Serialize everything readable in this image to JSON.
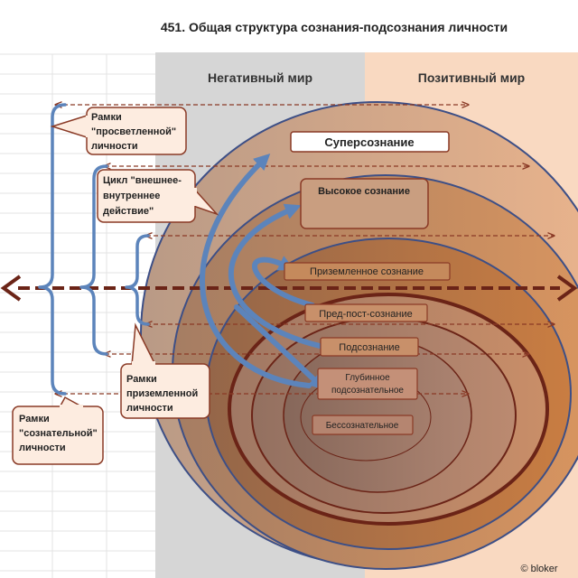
{
  "title": "451. Общая структура  сознания-подсознания личности",
  "header": {
    "negative": "Негативный мир",
    "positive": "Позитивный мир"
  },
  "levels": [
    {
      "id": "superconsciousness",
      "label": "Суперсознание"
    },
    {
      "id": "high-consciousness",
      "label": "Высокое сознание"
    },
    {
      "id": "grounded-consciousness",
      "label": "Приземленное сознание"
    },
    {
      "id": "pre-post-consciousness",
      "label": "Пред-пост-сознание"
    },
    {
      "id": "subconscious",
      "label": "Подсознание"
    },
    {
      "id": "deep-subconscious",
      "label": [
        "Глубинное",
        "подсознательное"
      ]
    },
    {
      "id": "unconscious",
      "label": "Бессознательное"
    }
  ],
  "frames": [
    {
      "id": "enlightened",
      "lines": [
        "Рамки",
        "\"просветленной\"",
        "личности"
      ]
    },
    {
      "id": "cycle",
      "lines": [
        "Цикл \"внешнее-",
        "внутреннее",
        "действие\""
      ]
    },
    {
      "id": "grounded",
      "lines": [
        "Рамки",
        "приземленной",
        "личности"
      ]
    },
    {
      "id": "conscious",
      "lines": [
        "Рамки",
        "\"сознательной\"",
        "личности"
      ]
    }
  ],
  "copyright": "© bloker",
  "colors": {
    "negative_bg": "#d6d6d6",
    "positive_bg": "#f9d9c1",
    "ring_outline": "#3d4f86",
    "arrow_blue": "#5c84bb",
    "axis_arrow": "#6b2417",
    "label_box_fill": "#fdece0",
    "label_box_stroke": "#8a3a26"
  }
}
